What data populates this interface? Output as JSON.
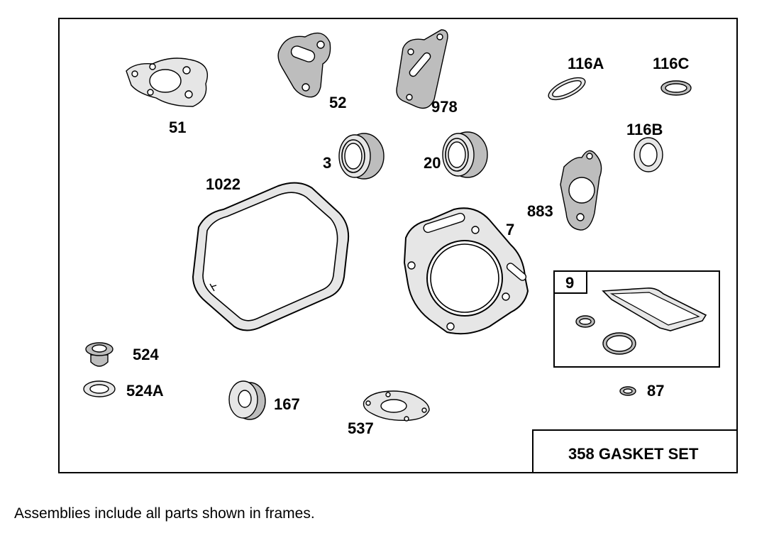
{
  "parts": [
    {
      "id": "51",
      "label": "51"
    },
    {
      "id": "52",
      "label": "52"
    },
    {
      "id": "978",
      "label": "978"
    },
    {
      "id": "116A",
      "label": "116A"
    },
    {
      "id": "116C",
      "label": "116C"
    },
    {
      "id": "116B",
      "label": "116B"
    },
    {
      "id": "3",
      "label": "3"
    },
    {
      "id": "20",
      "label": "20"
    },
    {
      "id": "1022",
      "label": "1022"
    },
    {
      "id": "883",
      "label": "883"
    },
    {
      "id": "7",
      "label": "7"
    },
    {
      "id": "9",
      "label": "9"
    },
    {
      "id": "524",
      "label": "524"
    },
    {
      "id": "524A",
      "label": "524A"
    },
    {
      "id": "167",
      "label": "167"
    },
    {
      "id": "537",
      "label": "537"
    },
    {
      "id": "87",
      "label": "87"
    }
  ],
  "title_box": {
    "text": "358 GASKET SET"
  },
  "footnote": "Assemblies include all parts shown in frames."
}
